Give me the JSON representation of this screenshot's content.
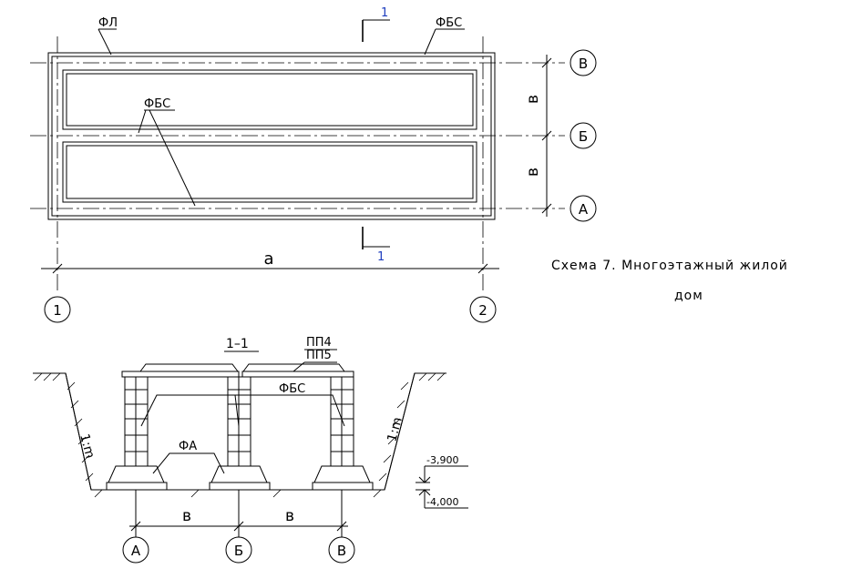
{
  "caption": {
    "line1": "Схема 7. Многоэтажный жилой",
    "line2": "дом"
  },
  "plan": {
    "label_fl": "ФЛ",
    "label_fbs_top": "ФБС",
    "label_fbs_inner": "ФБС",
    "section_mark": "1",
    "dim_a": "a",
    "dim_b1": "в",
    "dim_b2": "в",
    "axis_v": "В",
    "axis_b": "Б",
    "axis_a": "А",
    "axis_1": "1",
    "axis_2": "2"
  },
  "section": {
    "title": "1–1",
    "label_pp4": "ПП4",
    "label_pp5": "ПП5",
    "label_fbs": "ФБС",
    "label_fa": "ФА",
    "slope_left": "1:m",
    "slope_right": "1:m",
    "elev_top": "-3,900",
    "elev_bottom": "-4,000",
    "dim_b1": "в",
    "dim_b2": "в",
    "axis_a": "А",
    "axis_b": "Б",
    "axis_v": "В"
  }
}
